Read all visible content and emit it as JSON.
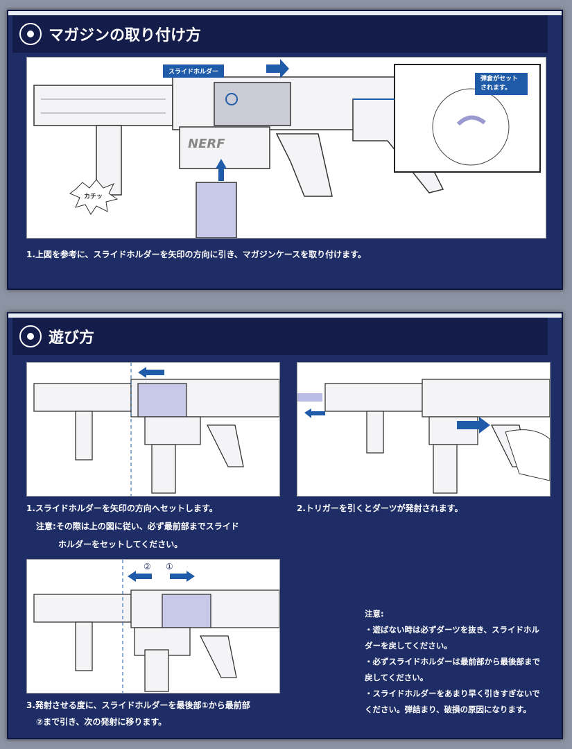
{
  "section1": {
    "title": "マガジンの取り付け方",
    "slide_holder_label": "スライドホルダー",
    "inset_label": "弾倉がセットされます。",
    "click_sound": "カチッ",
    "brand": "NERF",
    "step1": "1.上図を参考に、スライドホルダーを矢印の方向に引き、マガジンケースを取り付けます。"
  },
  "section2": {
    "title": "遊び方",
    "step1": "1.スライドホルダーを矢印の方向へセットします。",
    "step1_note_line1": "注意:その際は上の図に従い、必ず最前部までスライド",
    "step1_note_line2": "ホルダーをセットしてください。",
    "step2": "2.トリガーを引くとダーツが発射されます。",
    "step3_line1": "3.発射させる度に、スライドホルダーを最後部①から最前部",
    "step3_line2": "②まで引き、次の発射に移ります。",
    "marker1": "①",
    "marker2": "②",
    "caution_title": "注意:",
    "caution_items": [
      "・遊ばない時は必ずダーツを抜き、スライドホルダーを戻してください。",
      "・必ずスライドホルダーは最前部から最後部まで戻してください。",
      "・スライドホルダーをあまり早く引きすぎないでください。弾詰まり、破損の原因になります。"
    ]
  },
  "colors": {
    "panel": "#1f2d66",
    "accent": "#1f5ba8",
    "slide": "#b9bde6"
  }
}
